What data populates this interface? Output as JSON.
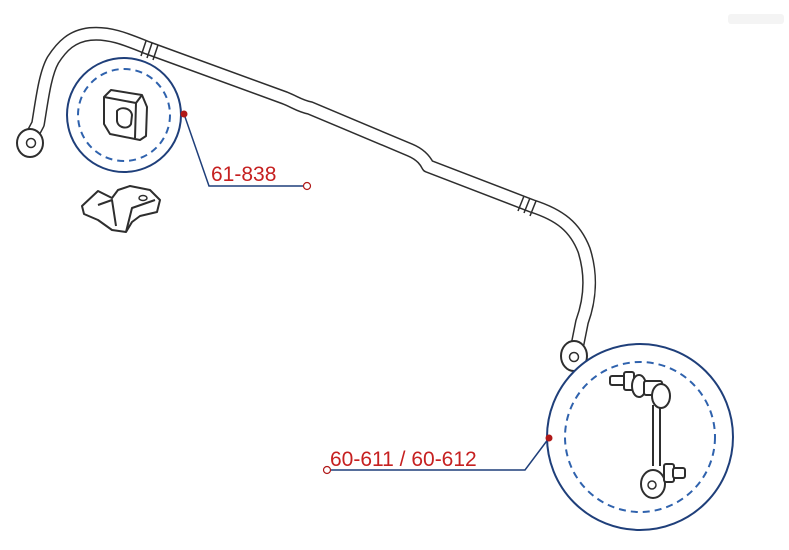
{
  "diagram": {
    "callouts": [
      {
        "id": "bushing",
        "part_number": "61-838"
      },
      {
        "id": "end-link",
        "part_number": "60-611 / 60-612"
      }
    ],
    "colors": {
      "outline": "#2e2e2e",
      "callout_circle": "#1f3f7a",
      "callout_dashes": "#2f62ad",
      "label_text": "#c62020",
      "leader_dot": "#b01818",
      "background": "#ffffff"
    }
  }
}
